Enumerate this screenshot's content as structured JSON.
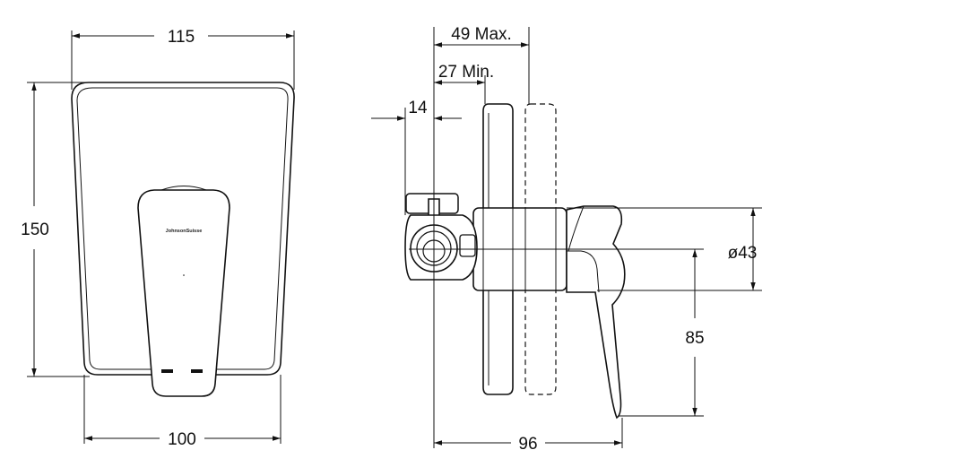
{
  "dimensions": {
    "front_width_top": "115",
    "front_height": "150",
    "front_width_bottom": "100",
    "depth_max": "49 Max.",
    "depth_min": "27 Min.",
    "offset": "14",
    "diameter": "ø43",
    "lever_height": "85",
    "total_depth": "96"
  },
  "logo": {
    "text": "JohnsonSuisse"
  },
  "colors": {
    "line": "#111111",
    "background": "#ffffff"
  }
}
